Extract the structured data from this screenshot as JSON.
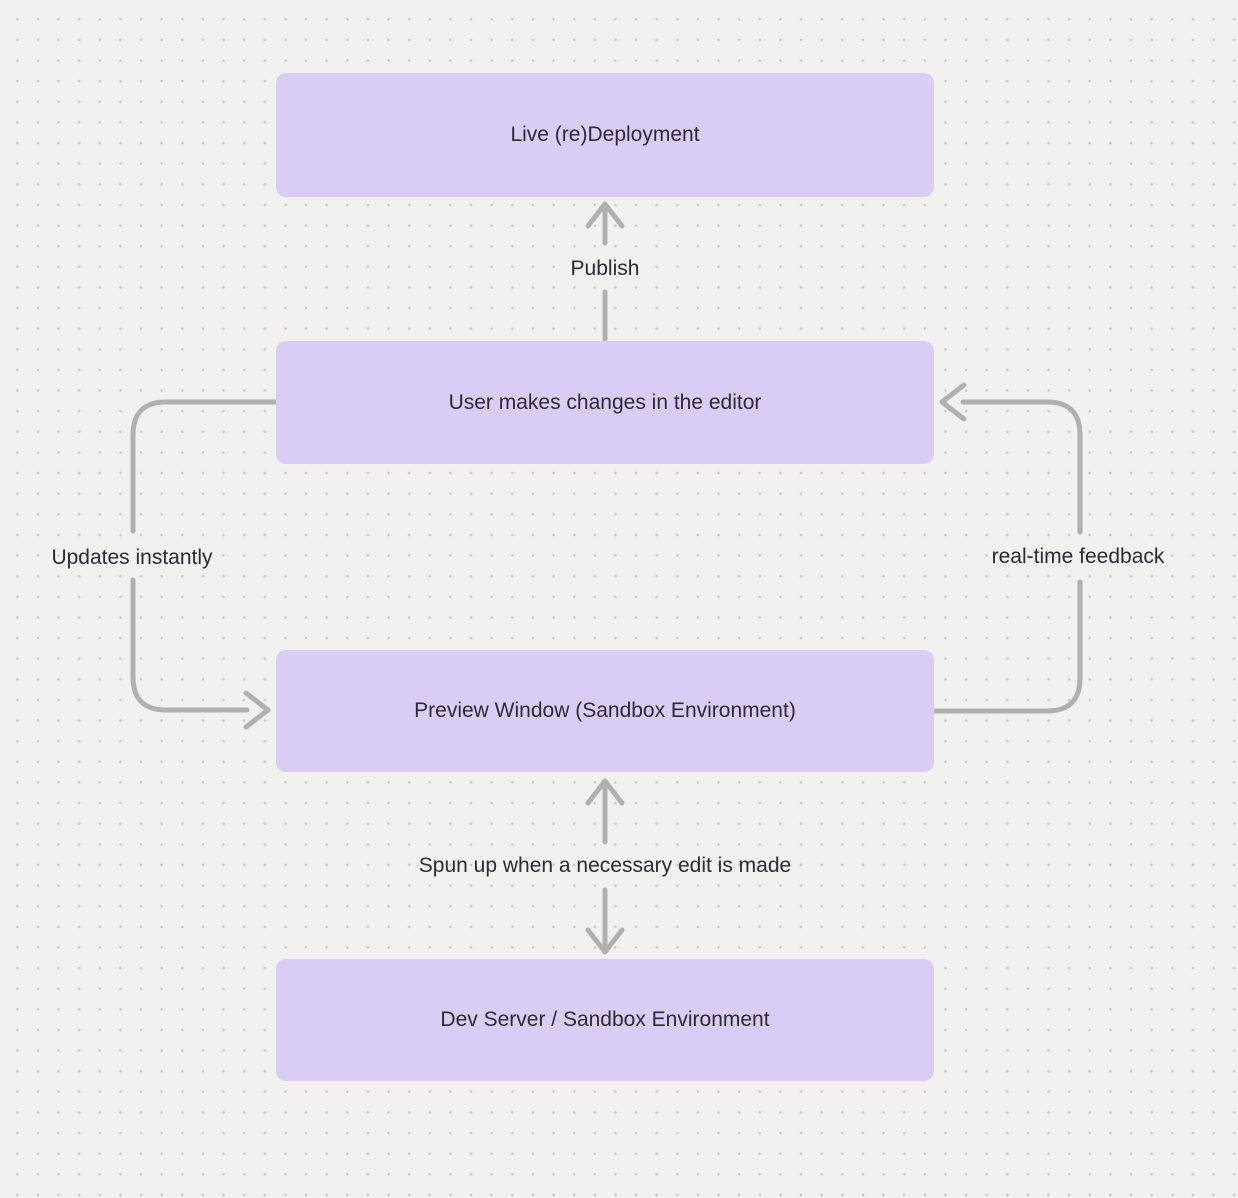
{
  "diagram": {
    "nodes": [
      {
        "id": "live-redeployment",
        "label": "Live (re)Deployment"
      },
      {
        "id": "editor",
        "label": "User makes changes in the editor"
      },
      {
        "id": "preview-window",
        "label": "Preview Window (Sandbox Environment)"
      },
      {
        "id": "dev-server",
        "label": "Dev Server / Sandbox Environment"
      }
    ],
    "edges": [
      {
        "id": "publish",
        "label": "Publish",
        "from": "editor",
        "to": "live-redeployment",
        "style": "straight-up"
      },
      {
        "id": "updates-instantly",
        "label": "Updates instantly",
        "from": "editor",
        "to": "preview-window",
        "style": "curved-left"
      },
      {
        "id": "real-time-feedback",
        "label": "real-time feedback",
        "from": "preview-window",
        "to": "editor",
        "style": "curved-right"
      },
      {
        "id": "sandbox-sync",
        "label": "Spun up when a necessary edit is made",
        "from": "dev-server",
        "to": "preview-window",
        "style": "bidirectional-vertical"
      }
    ],
    "colors": {
      "background": "#f2f1f0",
      "dot": "#c9c8c7",
      "node_fill": "#d9cdf5",
      "arrow": "#b1b0ae",
      "text": "#2b2b30"
    }
  }
}
